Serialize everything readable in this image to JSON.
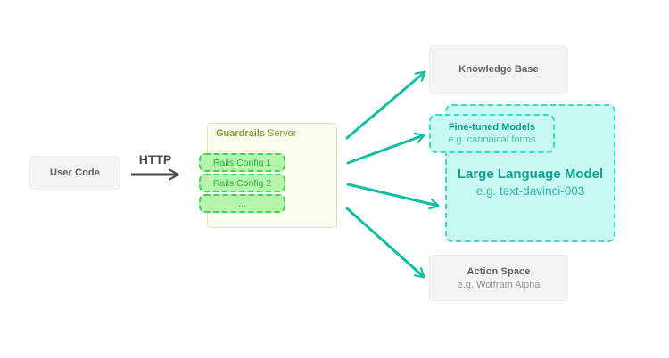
{
  "diagram": {
    "background": "#ffffff",
    "nodes": {
      "user_code": {
        "label": "User Code"
      },
      "guardrails_server": {
        "title_bold": "Guardrails",
        "title_regular": "Server",
        "rails": [
          "Rails Config 1",
          "Rails Config 2",
          "..."
        ]
      },
      "knowledge_base": {
        "label": "Knowledge Base"
      },
      "fine_tuned_models": {
        "title": "Fine-tuned Models",
        "subtitle": "e.g. canonical forms"
      },
      "large_language_model": {
        "title": "Large Language Model",
        "subtitle": "e.g. text-davinci-003"
      },
      "action_space": {
        "title": "Action Space",
        "subtitle": "e.g. Wolfram Alpha"
      }
    },
    "edges": [
      {
        "from": "user_code",
        "to": "guardrails_server",
        "label": "HTTP",
        "color": "#4b4b4b"
      },
      {
        "from": "guardrails_server",
        "to": "knowledge_base",
        "color": "#0ebfa4"
      },
      {
        "from": "guardrails_server",
        "to": "fine_tuned_models",
        "color": "#0ebfa4"
      },
      {
        "from": "guardrails_server",
        "to": "large_language_model",
        "color": "#0ebfa4"
      },
      {
        "from": "guardrails_server",
        "to": "action_space",
        "color": "#0ebfa4"
      }
    ],
    "http_label": "HTTP",
    "colors": {
      "teal_arrow": "#0ebfa4",
      "teal_fill": "#c7f8f1",
      "teal_border": "#37dcc9",
      "teal_text_bold": "#0aa294",
      "teal_text_light": "#2db6a8",
      "green_fill": "#b6f3ab",
      "green_border": "#43d457",
      "green_text": "#30ae44",
      "server_fill": "#fbfdf0",
      "server_border": "#d9e7a9",
      "server_title": "#7aa32c",
      "gray_fill": "#f4f4f4",
      "gray_text": "#606060",
      "dark_arrow": "#4b4b4b"
    }
  }
}
